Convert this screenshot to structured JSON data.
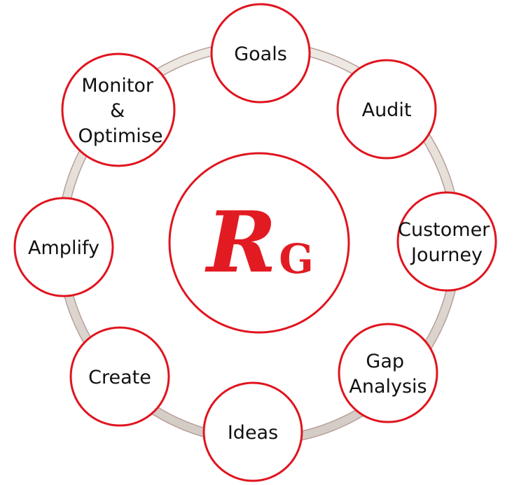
{
  "colors": {
    "node_stroke": "#e0141e",
    "ring_light": "#ede6df",
    "ring_dark": "#c7c0b9",
    "ring_edge": "#b79f9a",
    "logo_red": "#e21b22",
    "text": "#111111"
  },
  "logo": {
    "letter_r": "R",
    "letter_g": "G"
  },
  "nodes": [
    {
      "id": "goals",
      "lines": [
        "Goals"
      ]
    },
    {
      "id": "audit",
      "lines": [
        "Audit"
      ]
    },
    {
      "id": "customer-journey",
      "lines": [
        "Customer",
        "Journey"
      ]
    },
    {
      "id": "gap-analysis",
      "lines": [
        "Gap",
        "Analysis"
      ]
    },
    {
      "id": "ideas",
      "lines": [
        "Ideas"
      ]
    },
    {
      "id": "create",
      "lines": [
        "Create"
      ]
    },
    {
      "id": "amplify",
      "lines": [
        "Amplify"
      ]
    },
    {
      "id": "monitor-optimise",
      "lines": [
        "Monitor",
        "&",
        "Optimise"
      ]
    }
  ]
}
